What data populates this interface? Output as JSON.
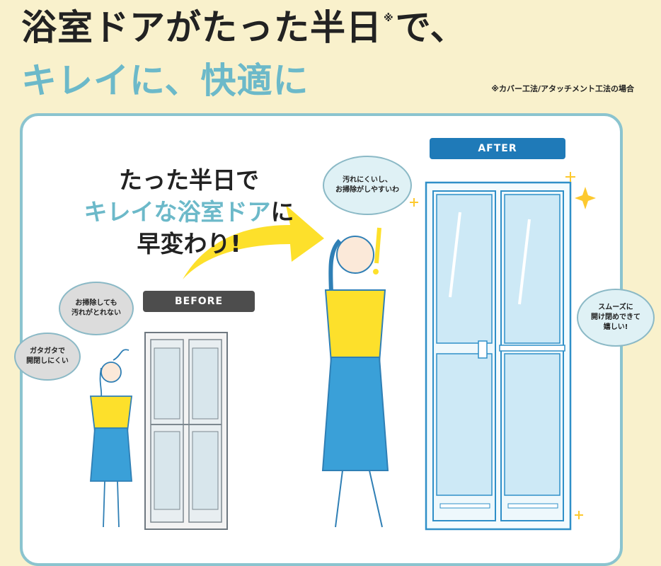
{
  "headline": {
    "line1_a": "浴室ドアがたった半日",
    "note_mark": "※",
    "line1_b": "で、",
    "line2": "キレイに、快適に"
  },
  "footnote": "※カバー工法/アタッチメント工法の場合",
  "catchcopy": {
    "line1": "たった半日で",
    "line2_teal": "キレイな浴室ドア",
    "line2_dark": "に",
    "line3": "早変わり!"
  },
  "labels": {
    "before": "BEFORE",
    "after": "AFTER"
  },
  "bubbles": {
    "before_dirt": "お掃除しても\n汚れがとれない",
    "before_rattle": "ガタガタで\n開閉しにくい",
    "after_clean": "汚れにくいし、\nお掃除がしやすいわ",
    "after_smooth": "スムーズに\n開け閉めできて\n嬉しい!"
  },
  "colors": {
    "background": "#f9f1cc",
    "accent_teal": "#6cb9c9",
    "after_blue": "#1f7ab8",
    "before_gray": "#4d4d4d",
    "arrow_yellow": "#fde02b"
  }
}
